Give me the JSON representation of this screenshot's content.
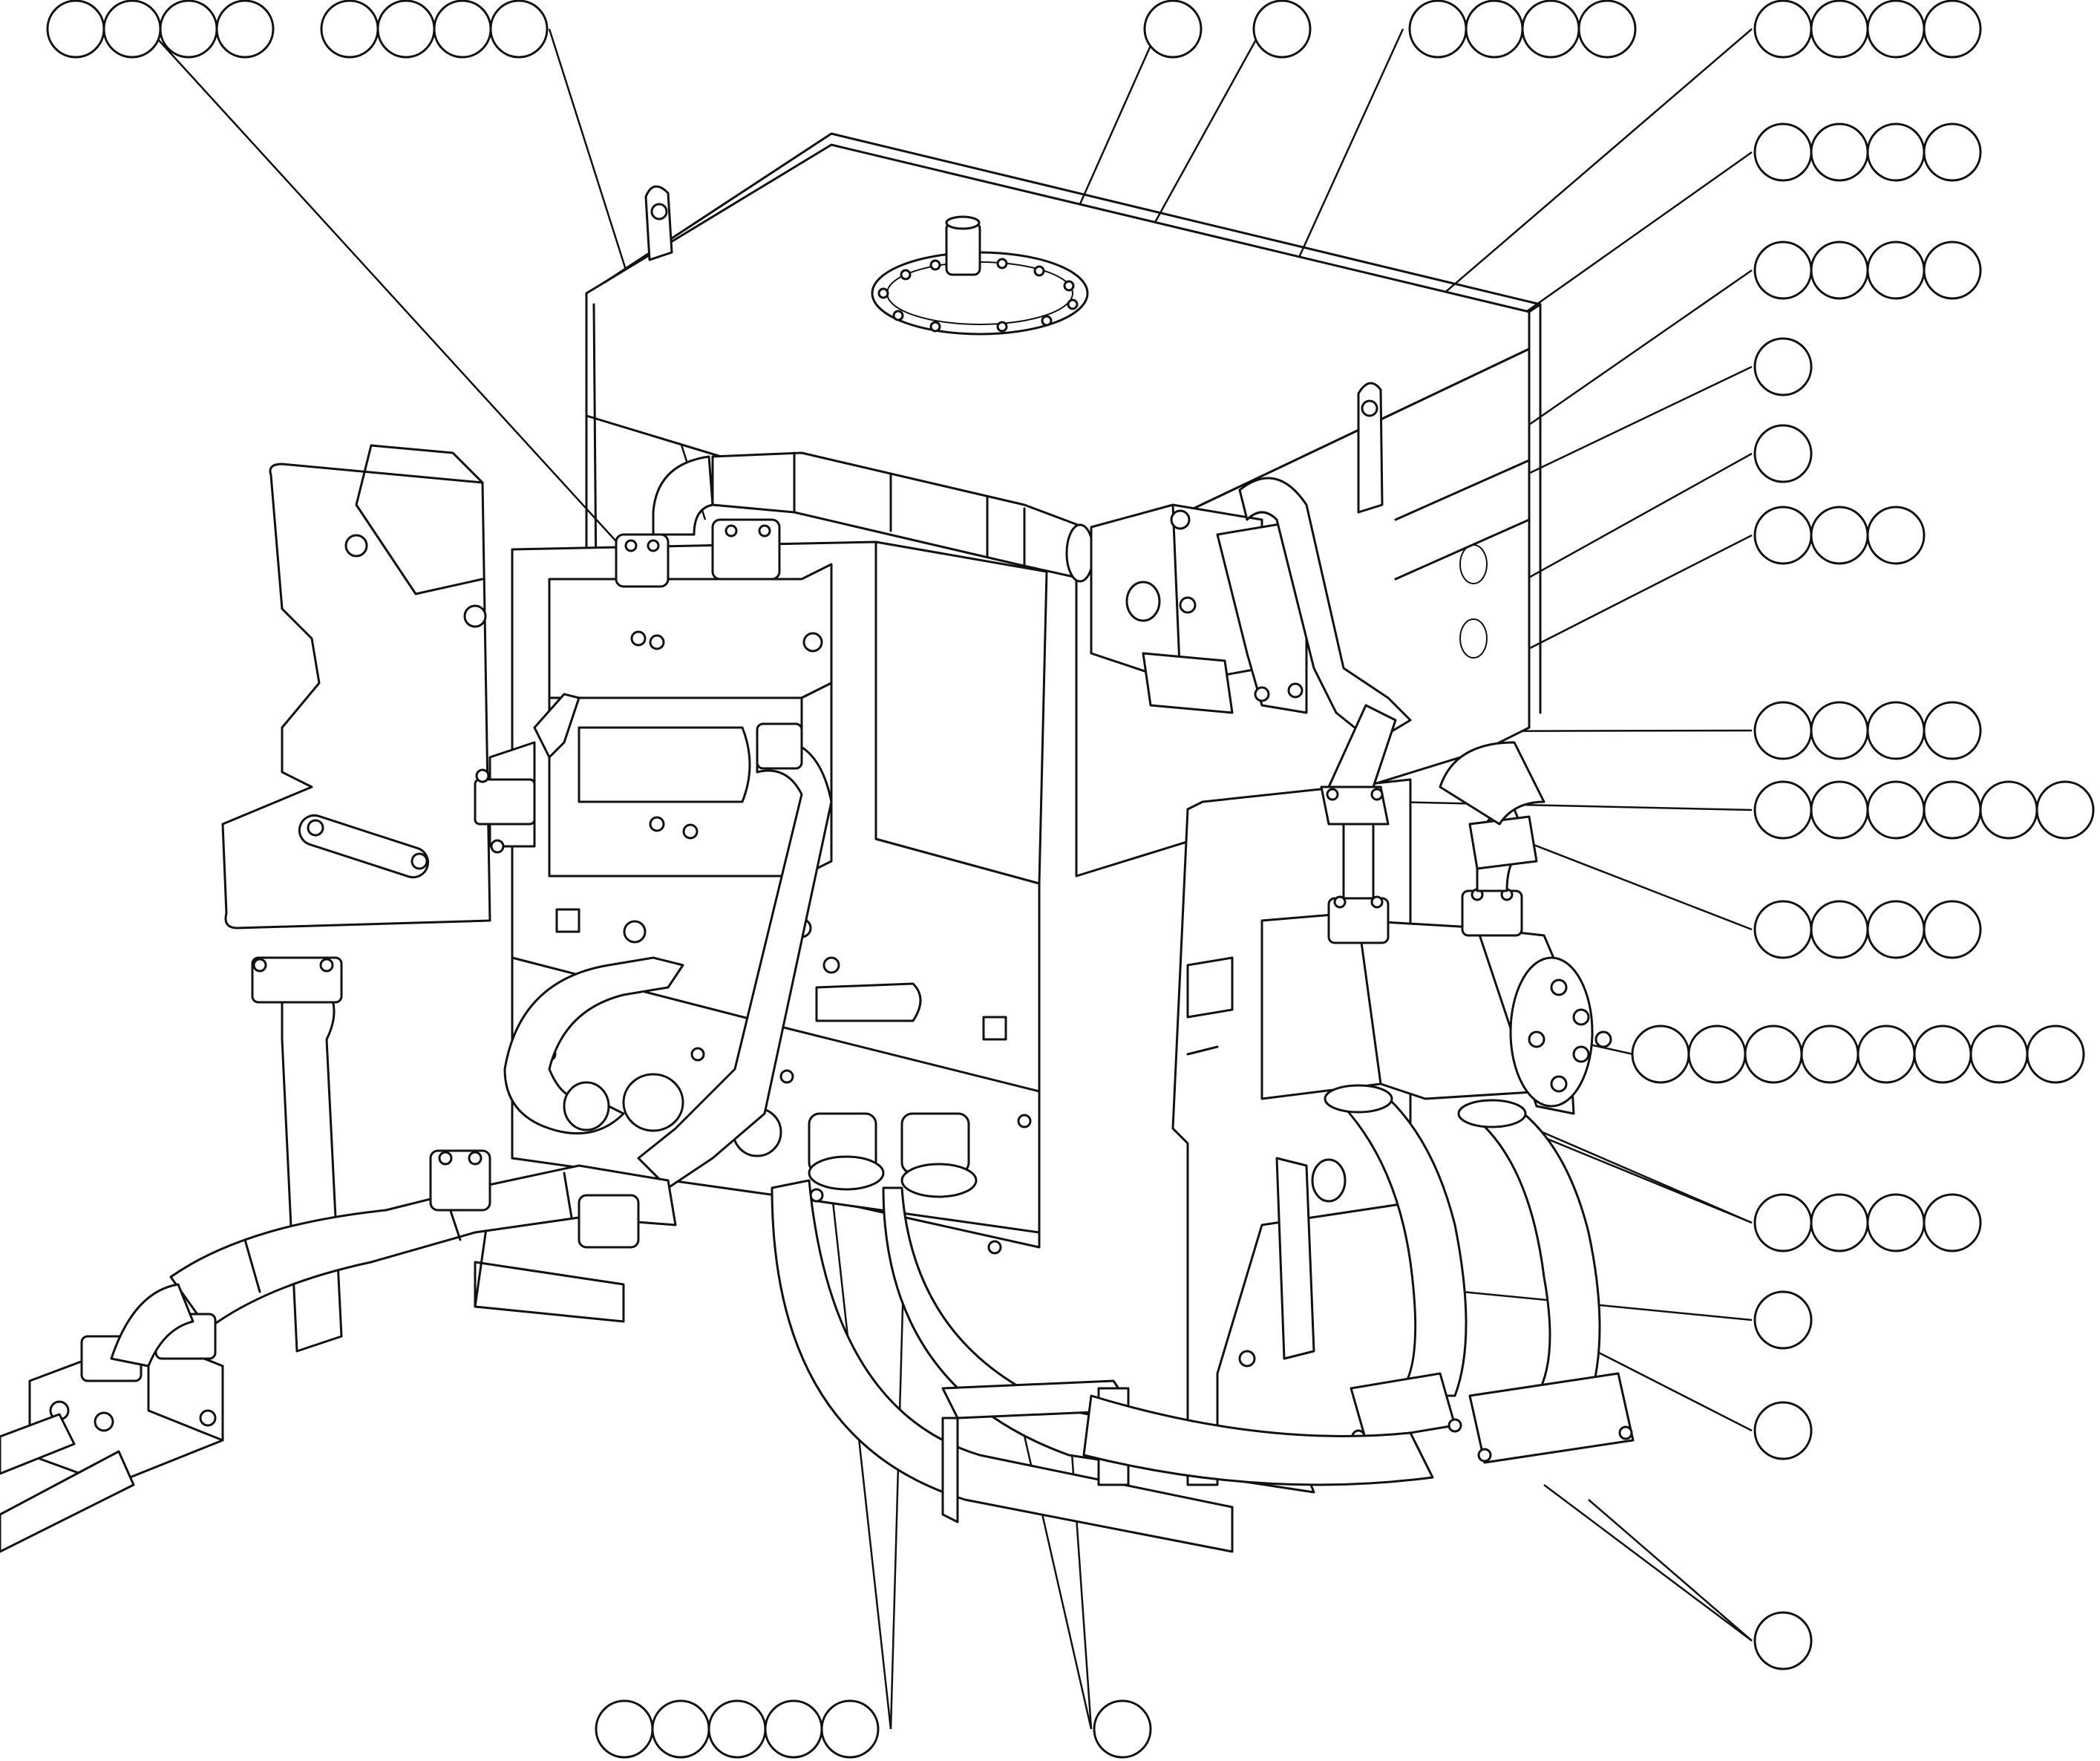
{
  "diagram": {
    "callouts": [
      {
        "label": "",
        "count": 4
      },
      {
        "label": "",
        "count": 4
      },
      {
        "label": "",
        "count": 1
      },
      {
        "label": "",
        "count": 1
      },
      {
        "label": "",
        "count": 4
      },
      {
        "label": "",
        "count": 4
      },
      {
        "label": "",
        "count": 4
      },
      {
        "label": "",
        "count": 4
      },
      {
        "label": "",
        "count": 1
      },
      {
        "label": "",
        "count": 1
      },
      {
        "label": "",
        "count": 3
      },
      {
        "label": "",
        "count": 4
      },
      {
        "label": "",
        "count": 6
      },
      {
        "label": "",
        "count": 4
      },
      {
        "label": "",
        "count": 8
      },
      {
        "label": "",
        "count": 4
      },
      {
        "label": "",
        "count": 1
      },
      {
        "label": "",
        "count": 1
      },
      {
        "label": "",
        "count": 1
      },
      {
        "label": "",
        "count": 5
      },
      {
        "label": "",
        "count": 1
      }
    ]
  }
}
